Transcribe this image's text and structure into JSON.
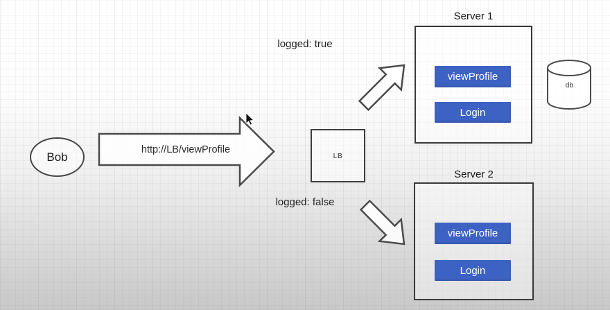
{
  "actor": {
    "label": "Bob"
  },
  "request": {
    "label": "http://LB/viewProfile"
  },
  "load_balancer": {
    "label": "LB"
  },
  "servers": [
    {
      "title": "Server 1",
      "status": "logged: true",
      "buttons": {
        "view_profile": "viewProfile",
        "login": "Login"
      }
    },
    {
      "title": "Server 2",
      "status": "logged: false",
      "buttons": {
        "view_profile": "viewProfile",
        "login": "Login"
      }
    }
  ],
  "database": {
    "label": "db"
  },
  "colors": {
    "button_blue": "#3c62c3",
    "button_text": "#ffffff",
    "shape_stroke": "#454545",
    "background_top": "#ffffff",
    "background_bottom": "#c8c8c8"
  }
}
